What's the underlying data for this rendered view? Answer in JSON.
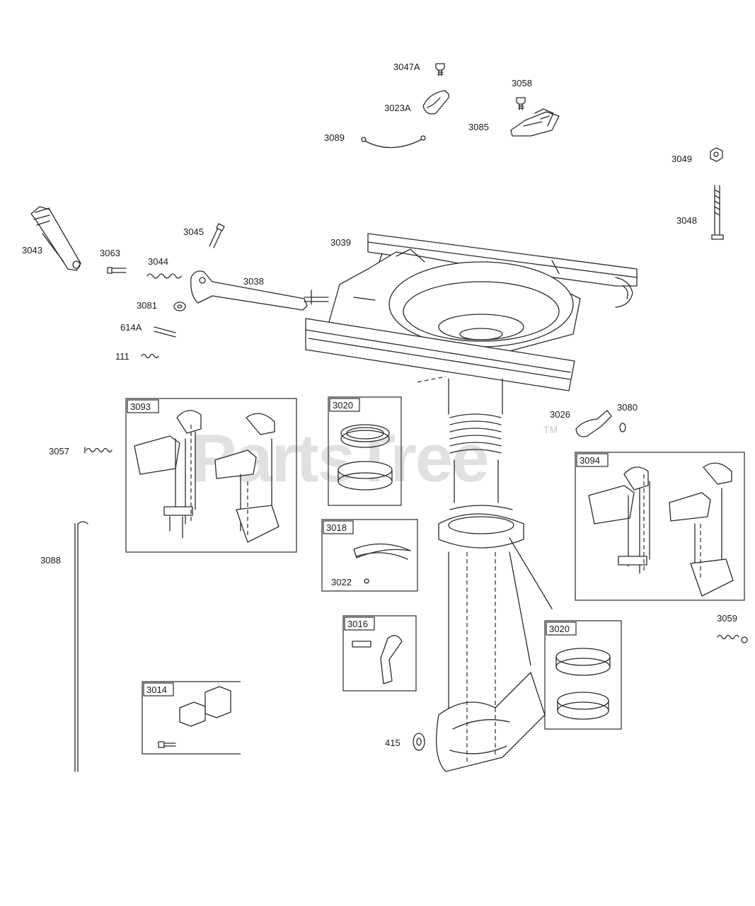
{
  "watermark": {
    "text": "PartsTree",
    "trademark": "TM"
  },
  "callouts": {
    "c3047A": "3047A",
    "c3023A": "3023A",
    "c3058": "3058",
    "c3085": "3085",
    "c3089": "3089",
    "c3049": "3049",
    "c3048": "3048",
    "c3045": "3045",
    "c3039": "3039",
    "c3043": "3043",
    "c3063": "3063",
    "c3044": "3044",
    "c3038": "3038",
    "c3081": "3081",
    "c614A": "614A",
    "c111": "111",
    "c3026": "3026",
    "c3080": "3080",
    "c3057": "3057",
    "c3088": "3088",
    "c3022": "3022",
    "c3059": "3059",
    "c415": "415"
  },
  "boxes": {
    "b3093": "3093",
    "b3020a": "3020",
    "b3018": "3018",
    "b3094": "3094",
    "b3016": "3016",
    "b3020b": "3020",
    "b3014": "3014"
  }
}
